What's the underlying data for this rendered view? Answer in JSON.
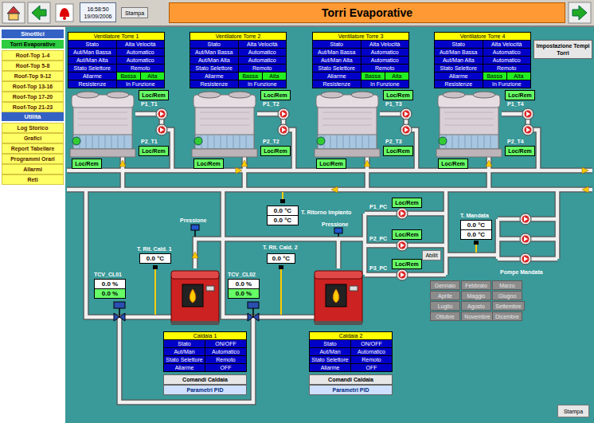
{
  "diagram": {
    "title": "Torri Evaporative",
    "nodes": [
      {
        "text": [
          "16:58:50",
          "19/09/2006"
        ]
      },
      {
        "text": [
          "Stampa"
        ]
      },
      {
        "text": [
          "Sinottici"
        ]
      },
      {
        "text": [
          "Torri Evaporative"
        ]
      },
      {
        "text": [
          "Roof-Top 1-4"
        ]
      },
      {
        "text": [
          "Roof-Top 5-8"
        ]
      },
      {
        "text": [
          "Roof-Top 9-12"
        ]
      },
      {
        "text": [
          "Roof-Top 13-16"
        ]
      },
      {
        "text": [
          "Roof-Top 17-20"
        ]
      },
      {
        "text": [
          "Roof-Top 21-23"
        ]
      },
      {
        "text": [
          "Utilità"
        ]
      },
      {
        "text": [
          "Log Storico"
        ]
      },
      {
        "text": [
          "Grafici"
        ]
      },
      {
        "text": [
          "Report Tabellare"
        ]
      },
      {
        "text": [
          "Programmi Orari"
        ]
      },
      {
        "text": [
          "Allarmi"
        ]
      },
      {
        "text": [
          "Reti"
        ]
      },
      {
        "text": [
          "Ventilatore Torre 1",
          "Stato",
          "Alta Velocità",
          "Aut/Man Bassa",
          "Automatico",
          "Aut/Man Alta",
          "Automatico",
          "Stato Selettore",
          "Remoto",
          "Allarme",
          "Bassa",
          "Alta",
          "Resistenze",
          "In Funzione"
        ]
      },
      {
        "text": [
          "Ventilatore Torre 2",
          "Stato",
          "Alta Velocità",
          "Aut/Man Bassa",
          "Automatico",
          "Aut/Man Alta",
          "Automatico",
          "Stato Selettore",
          "Remoto",
          "Allarme",
          "Bassa",
          "Alta",
          "Resistenze",
          "In Funzione"
        ]
      },
      {
        "text": [
          "Ventilatore Torre 3",
          "Stato",
          "Alta Velocità",
          "Aut/Man Bassa",
          "Automatico",
          "Aut/Man Alta",
          "Automatico",
          "Stato Selettore",
          "Remoto",
          "Allarme",
          "Bassa",
          "Alta",
          "Resistenze",
          "In Funzione"
        ]
      },
      {
        "text": [
          "Ventilatore Torre 4",
          "Stato",
          "Alta Velocità",
          "Aut/Man Bassa",
          "Automatico",
          "Aut/Man Alta",
          "Automatico",
          "Stato Selettore",
          "Remoto",
          "Allarme",
          "Bassa",
          "Alta",
          "Resistenze",
          "In Funzione"
        ]
      },
      {
        "text": [
          "Impostazione Tempi Torri"
        ]
      },
      {
        "text": [
          "Loc/Rem"
        ]
      },
      {
        "text": [
          "Loc/Rem"
        ]
      },
      {
        "text": [
          "Loc/Rem"
        ]
      },
      {
        "text": [
          "Loc/Rem"
        ]
      },
      {
        "text": [
          "Loc/Rem"
        ]
      },
      {
        "text": [
          "Loc/Rem"
        ]
      },
      {
        "text": [
          "Loc/Rem"
        ]
      },
      {
        "text": [
          "Loc/Rem"
        ]
      },
      {
        "text": [
          "Loc/Rem"
        ]
      },
      {
        "text": [
          "Loc/Rem"
        ]
      },
      {
        "text": [
          "Loc/Rem"
        ]
      },
      {
        "text": [
          "Loc/Rem"
        ]
      },
      {
        "text": [
          "0.0 °C"
        ]
      },
      {
        "text": [
          "0.0 °C"
        ]
      },
      {
        "text": [
          "0.0 °C"
        ]
      },
      {
        "text": [
          "0.0 °C"
        ]
      },
      {
        "text": [
          "0.0 °C"
        ]
      },
      {
        "text": [
          "0.0 °C"
        ]
      },
      {
        "text": [
          "0.0 %"
        ]
      },
      {
        "text": [
          "0.0 %"
        ]
      },
      {
        "text": [
          "0.0 %"
        ]
      },
      {
        "text": [
          "0.0 %"
        ]
      },
      {
        "text": [
          "Loc/Rem"
        ]
      },
      {
        "text": [
          "Loc/Rem"
        ]
      },
      {
        "text": [
          "Loc/Rem"
        ]
      },
      {
        "text": [
          "Abilit"
        ]
      },
      {
        "text": [
          "Gennaio"
        ]
      },
      {
        "text": [
          "Febbraio"
        ]
      },
      {
        "text": [
          "Marzo"
        ]
      },
      {
        "text": [
          "Aprile"
        ]
      },
      {
        "text": [
          "Maggio"
        ]
      },
      {
        "text": [
          "Giugno"
        ]
      },
      {
        "text": [
          "Luglio"
        ]
      },
      {
        "text": [
          "Agosto"
        ]
      },
      {
        "text": [
          "Settembre"
        ]
      },
      {
        "text": [
          "Ottobre"
        ]
      },
      {
        "text": [
          "Novembre"
        ]
      },
      {
        "text": [
          "Dicembre"
        ]
      },
      {
        "text": [
          "Caldaia 1",
          "Stato",
          "ON/OFF",
          "Aut/Man",
          "Automatico",
          "Stato Selettore",
          "Remoto",
          "Allarme",
          "OFF"
        ]
      },
      {
        "text": [
          "Comandi Caldaia"
        ]
      },
      {
        "text": [
          "Parametri PID"
        ]
      },
      {
        "text": [
          "Caldaia 2",
          "Stato",
          "ON/OFF",
          "Aut/Man",
          "Automatico",
          "Stato Selettore",
          "Remoto",
          "Allarme",
          "OFF"
        ]
      },
      {
        "text": [
          "Comandi Caldaia"
        ]
      },
      {
        "text": [
          "Parametri PID"
        ]
      },
      {
        "text": [
          "Stampa"
        ]
      }
    ],
    "labels": [
      "P1_T1",
      "P2_T1",
      "P1_T2",
      "P2_T2",
      "P1_T3",
      "P2_T3",
      "P1_T4",
      "P2_T4",
      "T. Ritorno Impianto",
      "Pressione",
      "T. Rit. Cald. 1",
      "TCV_CL01",
      "T. Rit. Cald. 2",
      "Pressione",
      "TCV_CL02",
      "P1_PC",
      "P2_PC",
      "P3_PC",
      "T. Mandata",
      "Pompe Mandata"
    ]
  }
}
